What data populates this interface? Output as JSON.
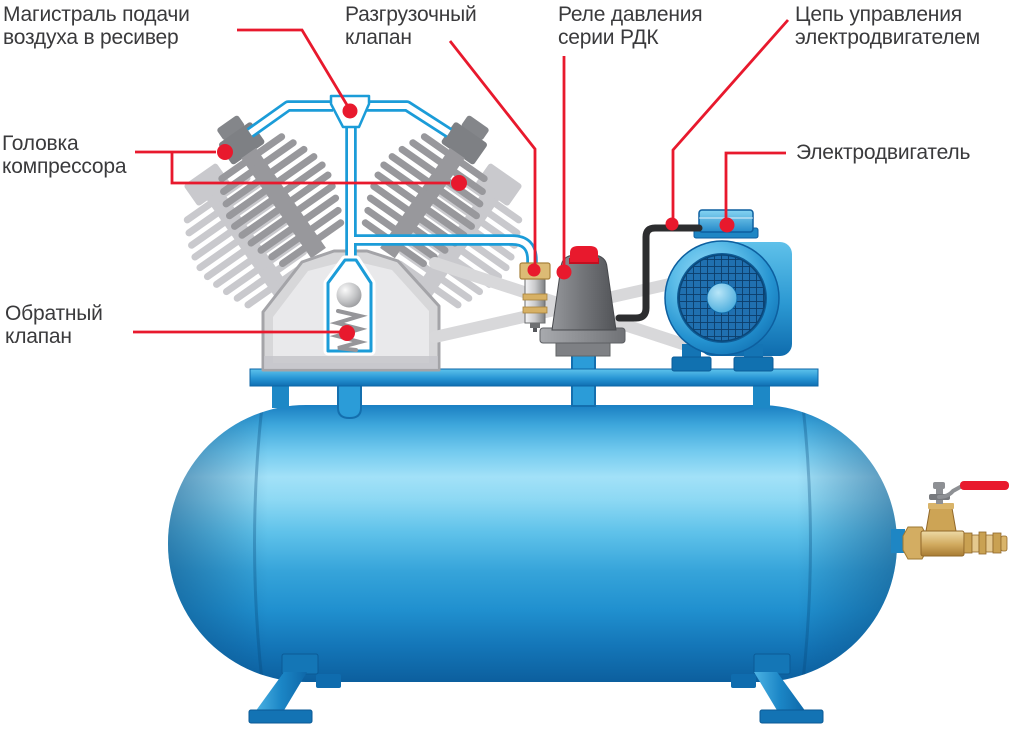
{
  "labels": {
    "air_line": "Магистраль подачи\nвоздуха в ресивер",
    "unloader_valve": "Разгрузочный\nклапан",
    "pressure_switch": "Реле давления\nсерии РДК",
    "motor_control_circuit": "Цепь управления\nэлектродвигателем",
    "compressor_head": "Головка\nкомпрессора",
    "electric_motor": "Электродвигатель",
    "check_valve": "Обратный\nклапан"
  },
  "colors": {
    "leader_red": "#e8192d",
    "pipe_blue": "#1b9cd8",
    "tank_blue": "#2196d9",
    "tank_highlight": "#9fdff7",
    "motor_blue": "#2b98d2",
    "fin_dark_gray": "#98989c",
    "fin_light_gray": "#c9c9cd",
    "crankcase_gray": "#d7d7d9",
    "switch_gray": "#6a6c70",
    "brass": "#d9b97c",
    "cable_black": "#2c2d2f",
    "label_text": "#3a3a3c",
    "background": "#ffffff"
  }
}
